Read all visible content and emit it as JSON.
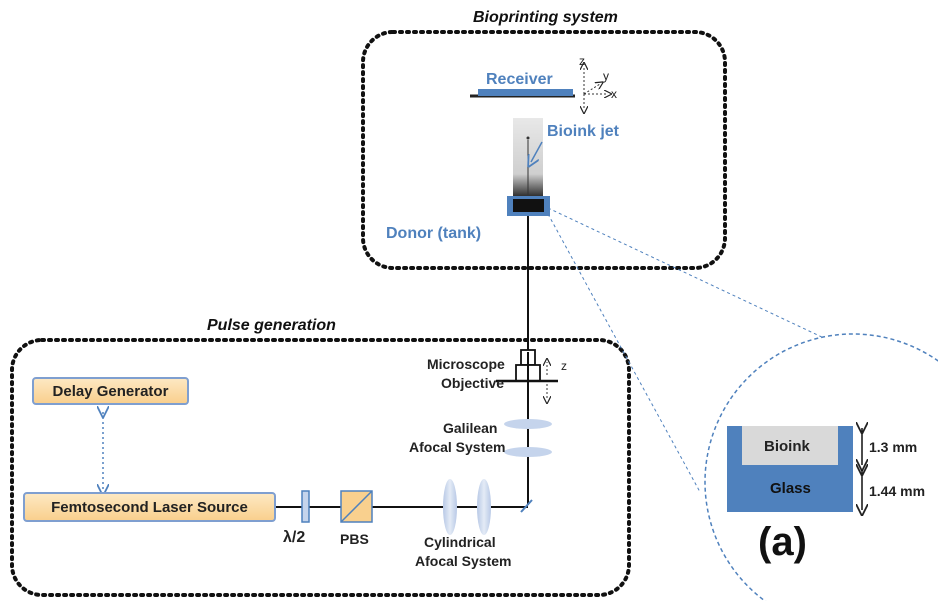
{
  "bioprinting": {
    "title": "Bioprinting system",
    "receiver_label": "Receiver",
    "axis_z": "z",
    "axis_y": "y",
    "axis_x": "x",
    "jet_label": "Bioink jet",
    "donor_label": "Donor  (tank)"
  },
  "pulse": {
    "title": "Pulse generation",
    "delay_generator": "Delay Generator",
    "laser_source": "Femtosecond Laser Source",
    "waveplate": "λ/2",
    "pbs": "PBS",
    "cylindrical_line1": "Cylindrical",
    "cylindrical_line2": "Afocal System",
    "galilean_line1": "Galilean",
    "galilean_line2": "Afocal System",
    "objective_line1": "Microscope",
    "objective_line2": "Objective",
    "objective_axis": "z"
  },
  "inset": {
    "bioink_label": "Bioink",
    "glass_label": "Glass",
    "bioink_thickness": "1.3 mm",
    "glass_thickness": "1.44 mm",
    "panel_label": "(a)"
  },
  "colors": {
    "accent_blue": "#4f81bd",
    "box_fill": "#f9d08e",
    "lens_fill": "#c5d4ec"
  }
}
